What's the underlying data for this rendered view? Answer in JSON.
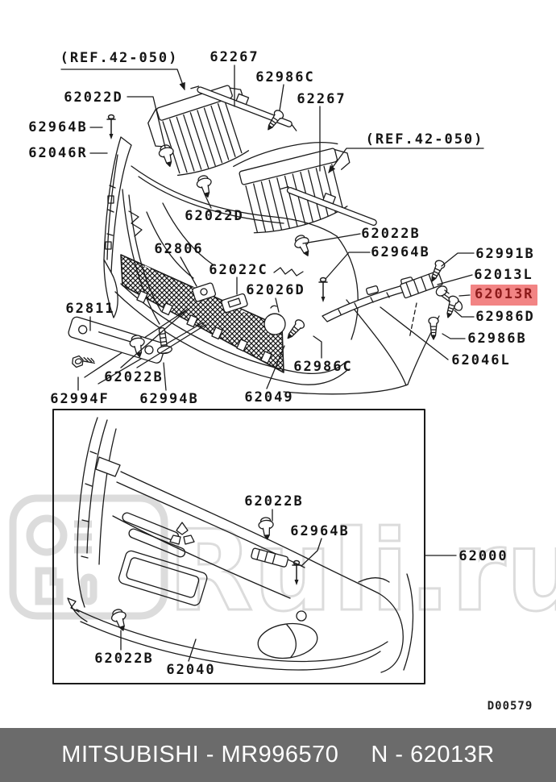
{
  "diagram": {
    "doc_code": "D00579",
    "labels": [
      {
        "id": "ref-top-left",
        "text": "(REF.42-050)"
      },
      {
        "id": "62267-top",
        "text": "62267"
      },
      {
        "id": "62986C-top",
        "text": "62986C"
      },
      {
        "id": "62267-second",
        "text": "62267"
      },
      {
        "id": "ref-right",
        "text": "(REF.42-050)"
      },
      {
        "id": "62022D-left",
        "text": "62022D"
      },
      {
        "id": "62964B-left",
        "text": "62964B"
      },
      {
        "id": "62046R",
        "text": "62046R"
      },
      {
        "id": "62022D-mid",
        "text": "62022D"
      },
      {
        "id": "62806",
        "text": "62806"
      },
      {
        "id": "62022C",
        "text": "62022C"
      },
      {
        "id": "62026D",
        "text": "62026D"
      },
      {
        "id": "62022B-upper-right",
        "text": "62022B"
      },
      {
        "id": "62964B-right",
        "text": "62964B"
      },
      {
        "id": "62991B",
        "text": "62991B"
      },
      {
        "id": "62013L",
        "text": "62013L"
      },
      {
        "id": "62013R",
        "text": "62013R",
        "highlighted": true
      },
      {
        "id": "62986D",
        "text": "62986D"
      },
      {
        "id": "62986B",
        "text": "62986B"
      },
      {
        "id": "62046L",
        "text": "62046L"
      },
      {
        "id": "62811",
        "text": "62811"
      },
      {
        "id": "62022B-lower-left",
        "text": "62022B"
      },
      {
        "id": "62994F",
        "text": "62994F"
      },
      {
        "id": "62994B",
        "text": "62994B"
      },
      {
        "id": "62049",
        "text": "62049"
      },
      {
        "id": "62986C-lower",
        "text": "62986C"
      },
      {
        "id": "62022B-box-upper",
        "text": "62022B"
      },
      {
        "id": "62964B-box",
        "text": "62964B"
      },
      {
        "id": "62000",
        "text": "62000"
      },
      {
        "id": "62022B-box-lower",
        "text": "62022B"
      },
      {
        "id": "62040",
        "text": "62040"
      }
    ]
  },
  "watermark": {
    "text": "Ruli.ru"
  },
  "footer": {
    "left_text": "MITSUBISHI - MR996570",
    "right_text": "N - 62013R"
  },
  "theme": {
    "highlight_bg": "#f28484",
    "highlight_text": "#8c1a1a",
    "footer_bg": "#6b6b6b",
    "footer_text": "#ffffff",
    "line_color": "#1b1b1b",
    "watermark_color": "#dcdcdc"
  }
}
